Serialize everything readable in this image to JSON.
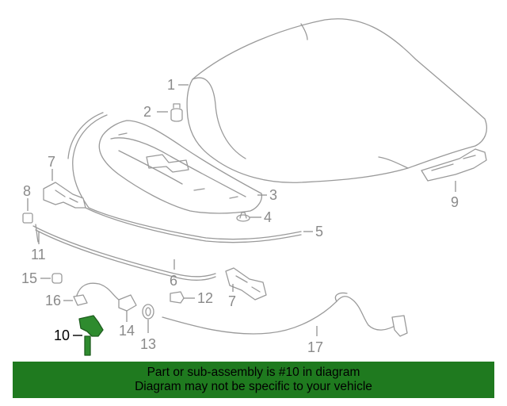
{
  "callouts": {
    "c1": "1",
    "c2": "2",
    "c3": "3",
    "c4": "4",
    "c5": "5",
    "c6": "6",
    "c7a": "7",
    "c7b": "7",
    "c8": "8",
    "c9": "9",
    "c10": "10",
    "c11": "11",
    "c12": "12",
    "c13": "13",
    "c14": "14",
    "c15": "15",
    "c16": "16",
    "c17": "17"
  },
  "highlight_part": "10",
  "banner": {
    "line1": "Part or sub-assembly is #10 in diagram",
    "line2": "Diagram may not be specific to your vehicle"
  },
  "colors": {
    "highlight": "#2e8b2e",
    "banner_bg": "#1f7a1f",
    "line": "#9a9a9a"
  }
}
